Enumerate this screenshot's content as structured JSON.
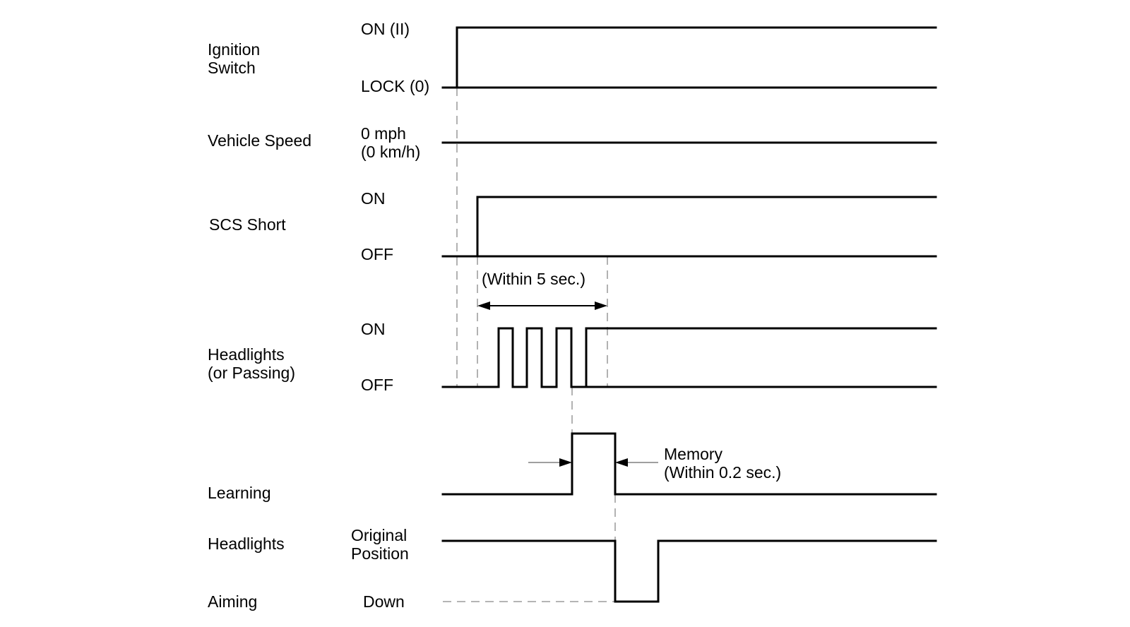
{
  "signals": {
    "ignition": {
      "name": [
        "Ignition",
        "Switch"
      ],
      "high": "ON (II)",
      "low": "LOCK (0)"
    },
    "speed": {
      "name": "Vehicle Speed",
      "level": [
        "0 mph",
        "(0 km/h)"
      ]
    },
    "scs": {
      "name": "SCS Short",
      "high": "ON",
      "low": "OFF"
    },
    "headlights_passing": {
      "name": [
        "Headlights",
        "(or Passing)"
      ],
      "high": "ON",
      "low": "OFF"
    },
    "learning": {
      "name": "Learning"
    },
    "aiming": {
      "name_top": "Headlights",
      "name_bottom": "Aiming",
      "high": [
        "Original",
        "Position"
      ],
      "low": "Down"
    }
  },
  "annotations": {
    "window": "(Within 5 sec.)",
    "memory": [
      "Memory",
      "(Within 0.2 sec.)"
    ]
  },
  "colors": {
    "line": "#000000",
    "guide": "#888888",
    "background": "#ffffff"
  }
}
